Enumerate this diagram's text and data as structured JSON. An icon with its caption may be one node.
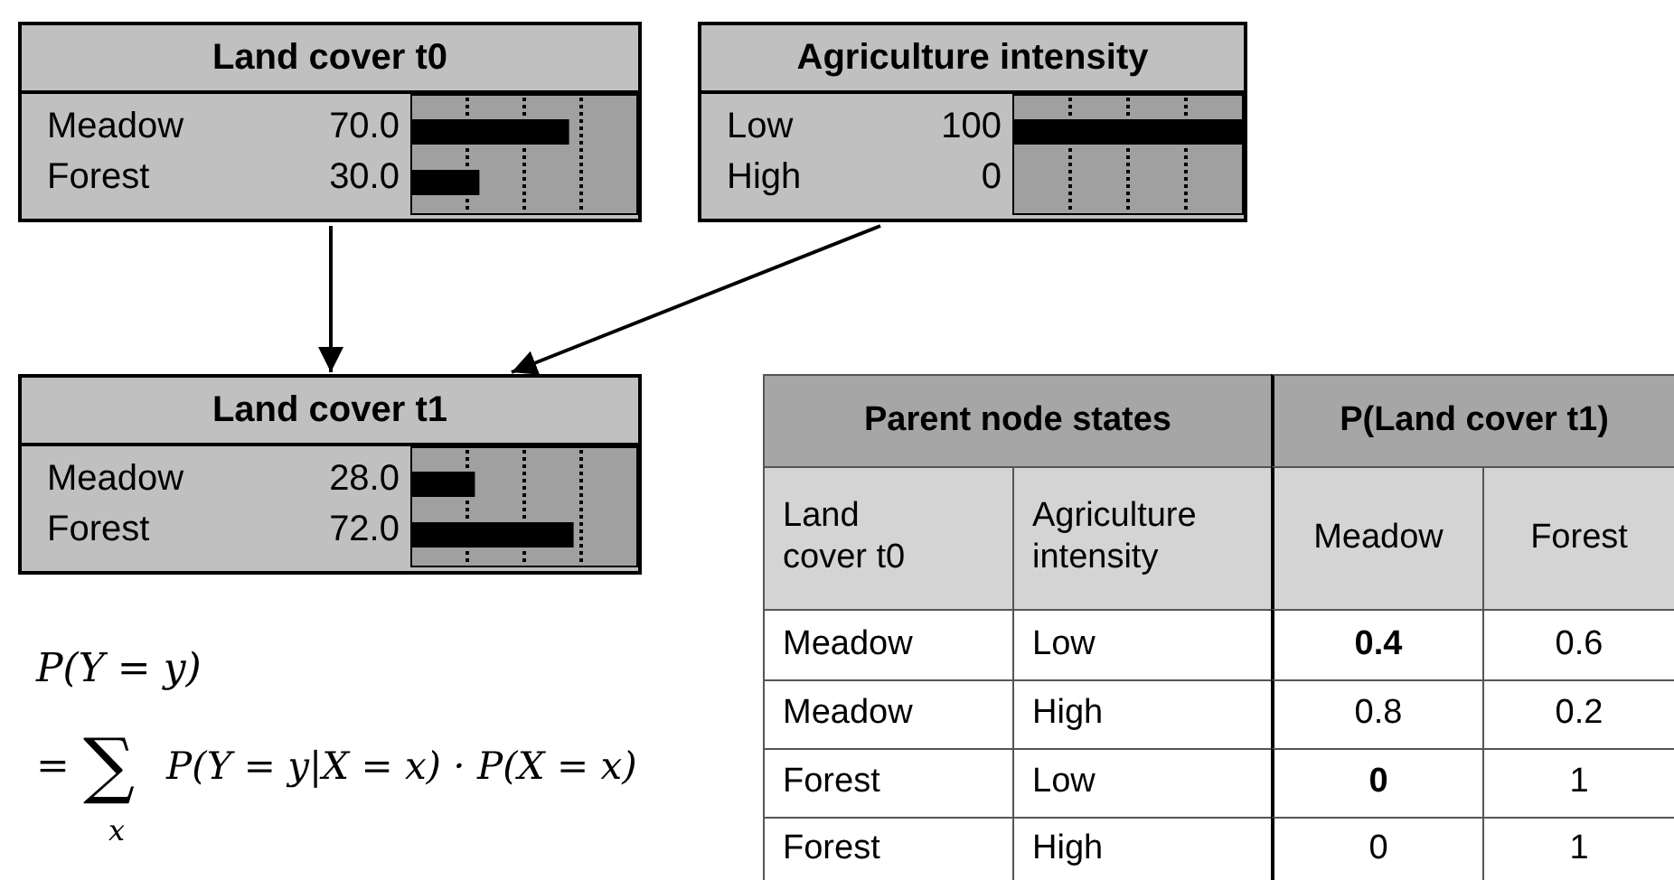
{
  "diagram": {
    "nodes": [
      {
        "text": [
          "Land cover t0",
          "Meadow",
          "70.0",
          "Forest",
          "30.0"
        ]
      },
      {
        "text": [
          "Agriculture intensity",
          "Low",
          "100",
          "High",
          "0"
        ]
      },
      {
        "text": [
          "Land cover t1",
          "Meadow",
          "28.0",
          "Forest",
          "72.0"
        ]
      }
    ],
    "edges": [
      {
        "from": 0,
        "to": 2,
        "arrow": "to"
      },
      {
        "from": 1,
        "to": 2,
        "arrow": "to"
      }
    ],
    "labels": [
      "Parent node states",
      "P(Land cover t1)",
      "Land cover t0",
      "Agriculture intensity",
      "Meadow",
      "Forest",
      "Meadow",
      "Low",
      "0.4",
      "0.6",
      "Meadow",
      "High",
      "0.8",
      "0.2",
      "Forest",
      "Low",
      "0",
      "1",
      "Forest",
      "High",
      "0",
      "1",
      "P(Y = y)",
      "=",
      "∑",
      "x",
      "P(Y = y|X = x) · P(X = x)"
    ]
  }
}
